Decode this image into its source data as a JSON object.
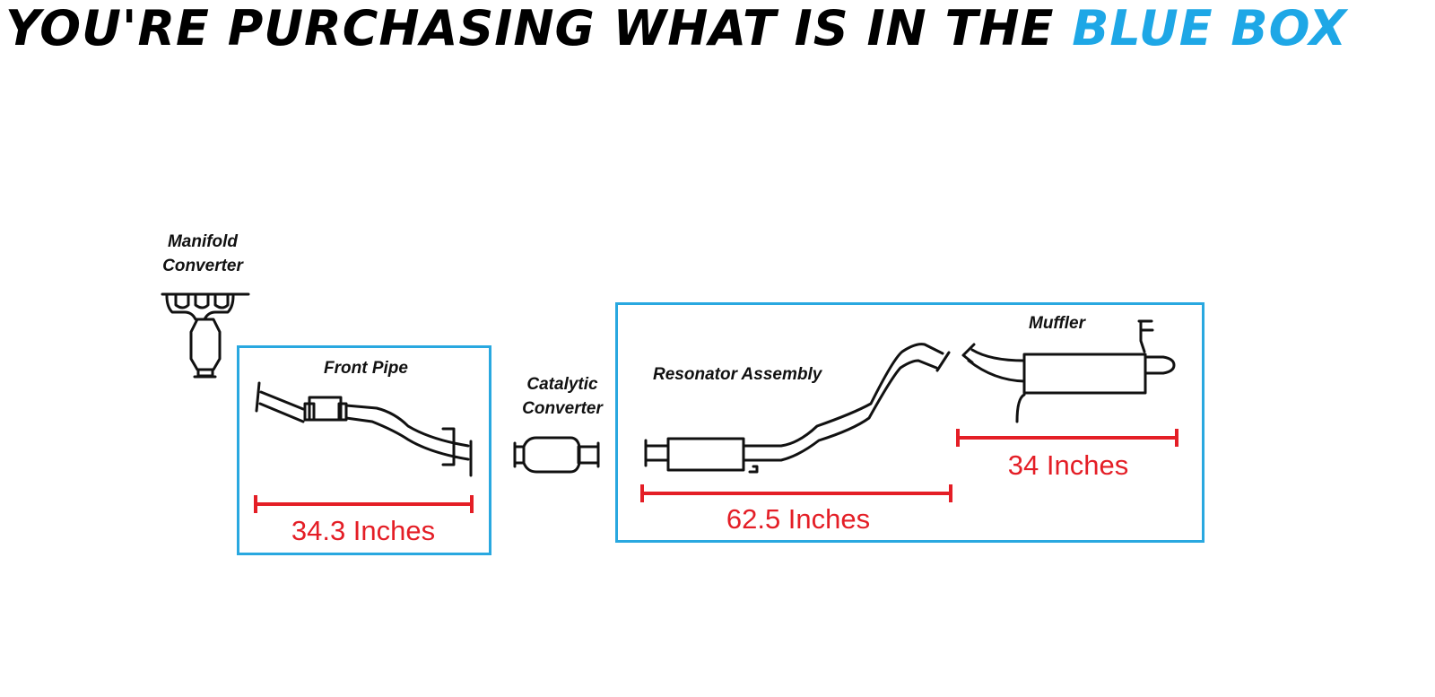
{
  "title": {
    "prefix": "YOU'RE PURCHASING WHAT IS IN THE ",
    "highlight": "BLUE BOX"
  },
  "colors": {
    "highlight": "#1ea7e6",
    "box": "#29a8e0",
    "measure": "#e41e26"
  },
  "parts": {
    "manifold_converter": {
      "line1": "Manifold",
      "line2": "Converter"
    },
    "front_pipe": {
      "label": "Front Pipe",
      "length": "34.3 Inches"
    },
    "catalytic_converter": {
      "line1": "Catalytic",
      "line2": "Converter"
    },
    "resonator_assembly": {
      "label": "Resonator Assembly",
      "length": "62.5 Inches"
    },
    "muffler": {
      "label": "Muffler",
      "length": "34 Inches"
    }
  }
}
